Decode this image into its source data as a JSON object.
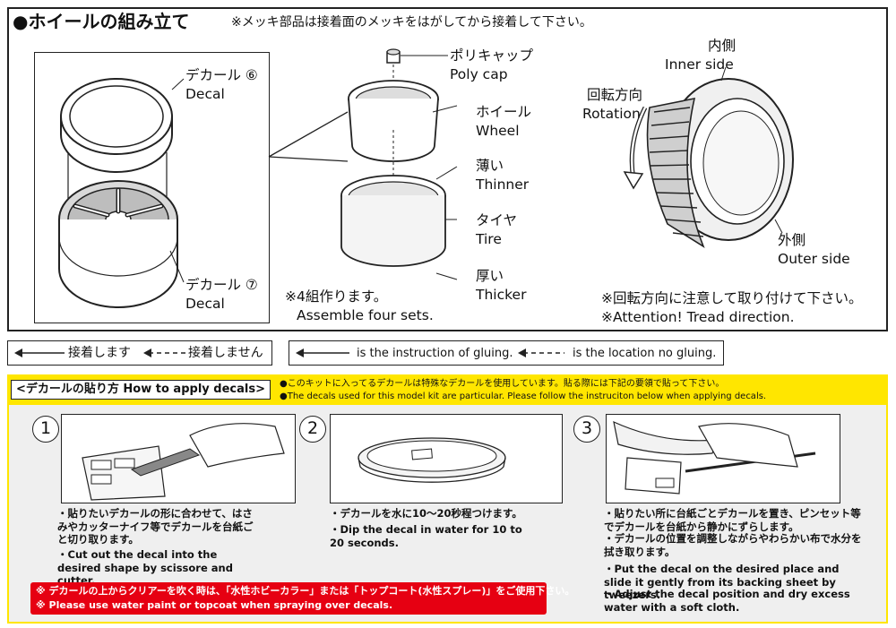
{
  "assembly": {
    "title": "●ホイールの組み立て",
    "note": "※メッキ部品は接着面のメッキをはがしてから接着して下さい。",
    "decal6_jp": "デカール ⑥",
    "decal6_en": "Decal",
    "decal7_jp": "デカール ⑦",
    "decal7_en": "Decal",
    "polycap_jp": "ポリキャップ",
    "polycap_en": "Poly cap",
    "wheel_jp": "ホイール",
    "wheel_en": "Wheel",
    "thinner_jp": "薄い",
    "thinner_en": "Thinner",
    "tire_jp": "タイヤ",
    "tire_en": "Tire",
    "thicker_jp": "厚い",
    "thicker_en": "Thicker",
    "sets_jp": "※4組作ります。",
    "sets_en": "Assemble four sets.",
    "inner_jp": "内側",
    "inner_en": "Inner side",
    "rotation_jp": "回転方向",
    "rotation_en": "Rotation",
    "outer_jp": "外側",
    "outer_en": "Outer side",
    "attention_jp": "※回転方向に注意して取り付けて下さい。",
    "attention_en": "※Attention! Tread direction."
  },
  "legend": {
    "glue_jp": "接着します",
    "noglue_jp": "接着しません",
    "glue_en": "is the instruction of gluing.",
    "noglue_en": "is the location no gluing."
  },
  "decals": {
    "header": "<デカールの貼り方 How to apply decals>",
    "note_jp": "●このキットに入ってるデカールは特殊なデカールを使用しています。貼る際には下記の要領で貼って下さい。",
    "note_en": "●The decals used for this model kit are particular. Please follow the instruciton below when applying decals.",
    "step1_num": "1",
    "step1_jp": "・貼りたいデカールの形に合わせて、はさみやカッターナイフ等でデカールを台紙ごと切り取ります。",
    "step1_en": "・Cut out the decal into the desired shape by scissore and cutter.",
    "step2_num": "2",
    "step2_jp": "・デカールを水に10～20秒程つけます。",
    "step2_en": "・Dip the decal in water for 10 to 20 seconds.",
    "step3_num": "3",
    "step3_jp1": "・貼りたい所に台紙ごとデカールを置き、ピンセット等でデカールを台紙から静かにずらします。",
    "step3_jp2": "・デカールの位置を調整しながらやわらかい布で水分を拭き取ります。",
    "step3_en1": "・Put the decal on the desired place and slide it gently from its backing sheet by tweezers.",
    "step3_en2": "・Adjust the decal position and dry excess water with a soft cloth.",
    "warn_jp": "※ デカールの上からクリアーを吹く時は、「水性ホビーカラー」または「トップコート(水性スプレー)」をご使用下さい。",
    "warn_en": "※ Please use water paint or topcoat when spraying over decals."
  },
  "colors": {
    "yellow": "#ffe600",
    "red": "#e60012",
    "gray_bg": "#efefef"
  }
}
